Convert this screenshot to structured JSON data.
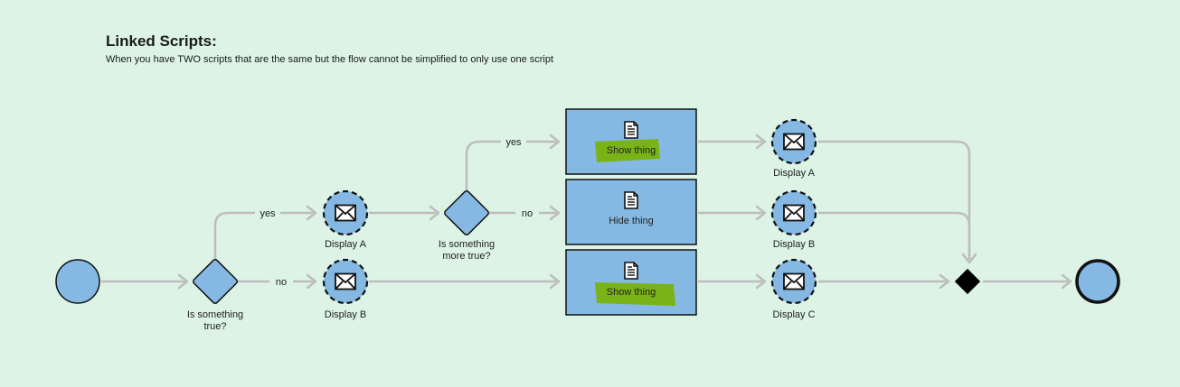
{
  "header": {
    "title": "Linked Scripts:",
    "subtitle": "When you have TWO scripts that are the same but the flow cannot be simplified to only use one script"
  },
  "colors": {
    "background": "#dcf3e6",
    "node_fill": "#85b9e3",
    "edge": "#bdbdbd",
    "highlight": "#7ab317",
    "gateway_end": "#000000"
  },
  "gateways": {
    "g1": {
      "line1": "Is something",
      "line2": "true?"
    },
    "g2": {
      "line1": "Is something",
      "line2": "more true?"
    }
  },
  "edges": {
    "yes1": "yes",
    "no1": "no",
    "yes2": "yes",
    "no2": "no"
  },
  "events": {
    "m1": "Display A",
    "m2": "Display B",
    "m3": "Display A",
    "m4": "Display B",
    "m5": "Display C"
  },
  "tasks": {
    "t1": "Show thing",
    "t2": "Hide thing",
    "t3": "Show thing"
  },
  "icons": {
    "message": "envelope-icon",
    "script": "document-icon"
  }
}
